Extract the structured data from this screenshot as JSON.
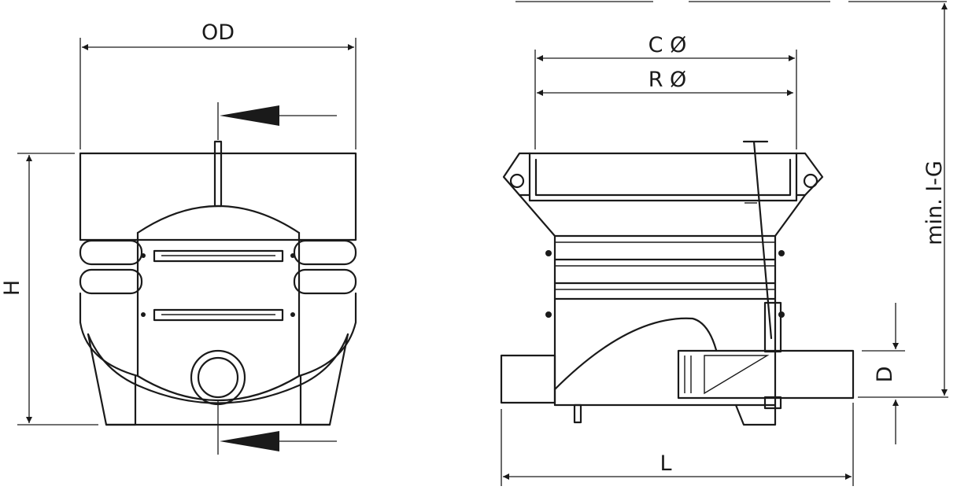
{
  "labels": {
    "od": "OD",
    "h": "H",
    "c_dia": "C Ø",
    "r_dia": "R Ø",
    "min_ig": "min. I-G",
    "d": "D",
    "l": "L"
  }
}
